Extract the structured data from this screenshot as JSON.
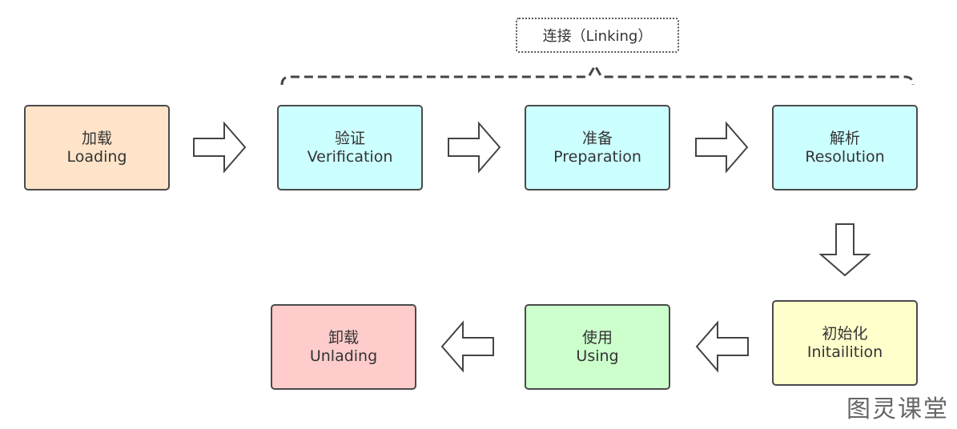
{
  "colors": {
    "loading": "#FFE4C9",
    "linking": "#CCFFFF",
    "initialization": "#FFFFCC",
    "using": "#CCFFCC",
    "unloading": "#FFCCCC"
  },
  "linking_group": {
    "label": "连接（Linking）"
  },
  "stages": [
    {
      "cn": "加载",
      "en": "Loading"
    },
    {
      "cn": "验证",
      "en": "Verification"
    },
    {
      "cn": "准备",
      "en": "Preparation"
    },
    {
      "cn": "解析",
      "en": "Resolution"
    },
    {
      "cn": "初始化",
      "en": "Initailition"
    },
    {
      "cn": "使用",
      "en": "Using"
    },
    {
      "cn": "卸载",
      "en": "Unlading"
    }
  ],
  "watermark": "图灵课堂"
}
